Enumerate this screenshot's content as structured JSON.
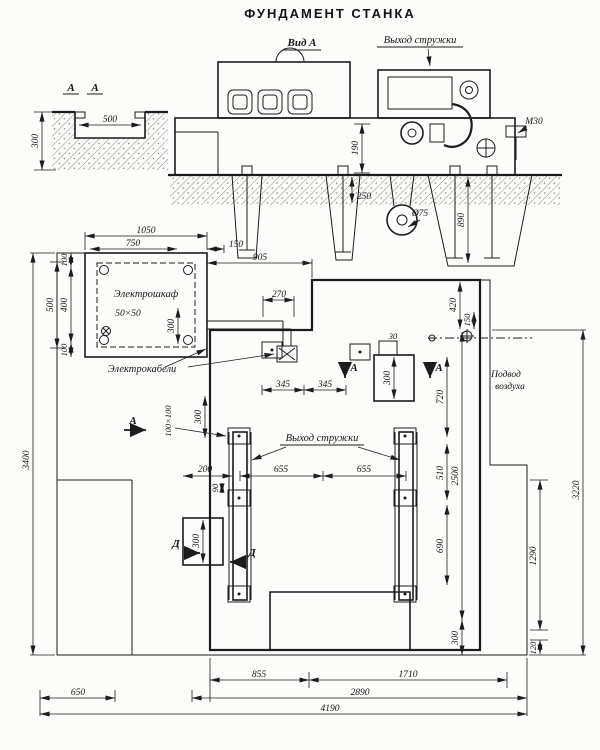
{
  "drawing": {
    "title": "ФУНДАМЕНТ СТАНКА",
    "side_view": {
      "view_label": "Вид А",
      "chip_outlet_label": "Выход стружки",
      "bolt_label": "М30",
      "pit_diameter": "Ø75",
      "dims": {
        "d190": "190",
        "d250": "250",
        "d890": "890"
      }
    },
    "section_aa": {
      "mark_left": "А",
      "mark_right": "А",
      "dims": {
        "d500": "500",
        "d300": "300"
      }
    },
    "plan": {
      "cabinet_label": "Электрошкаф",
      "cabinet_grid_label": "50×50",
      "cables_label": "Электрокабели",
      "air_supply_line1": "Подвод",
      "air_supply_line2": "воздуха",
      "chip_outlet_label": "Выход стружки",
      "section_mark_a": "А",
      "section_mark_d": "Д",
      "dims": {
        "d1050": "1050",
        "d750": "750",
        "d150": "150",
        "d905": "905",
        "d270": "270",
        "d500": "500",
        "d400": "400",
        "d100": "100",
        "d300": "300",
        "d420": "420",
        "d30": "30",
        "d345": "345",
        "d720": "720",
        "d200": "200",
        "d655": "655",
        "d510": "510",
        "d2500": "2500",
        "d3220": "3220",
        "d3400": "3400",
        "d90": "90",
        "d690": "690",
        "d1290": "1290",
        "d120": "120",
        "d855": "855",
        "d1710": "1710",
        "d2890": "2890",
        "d4190": "4190",
        "d650": "650",
        "pad_size": "100×100"
      }
    }
  }
}
